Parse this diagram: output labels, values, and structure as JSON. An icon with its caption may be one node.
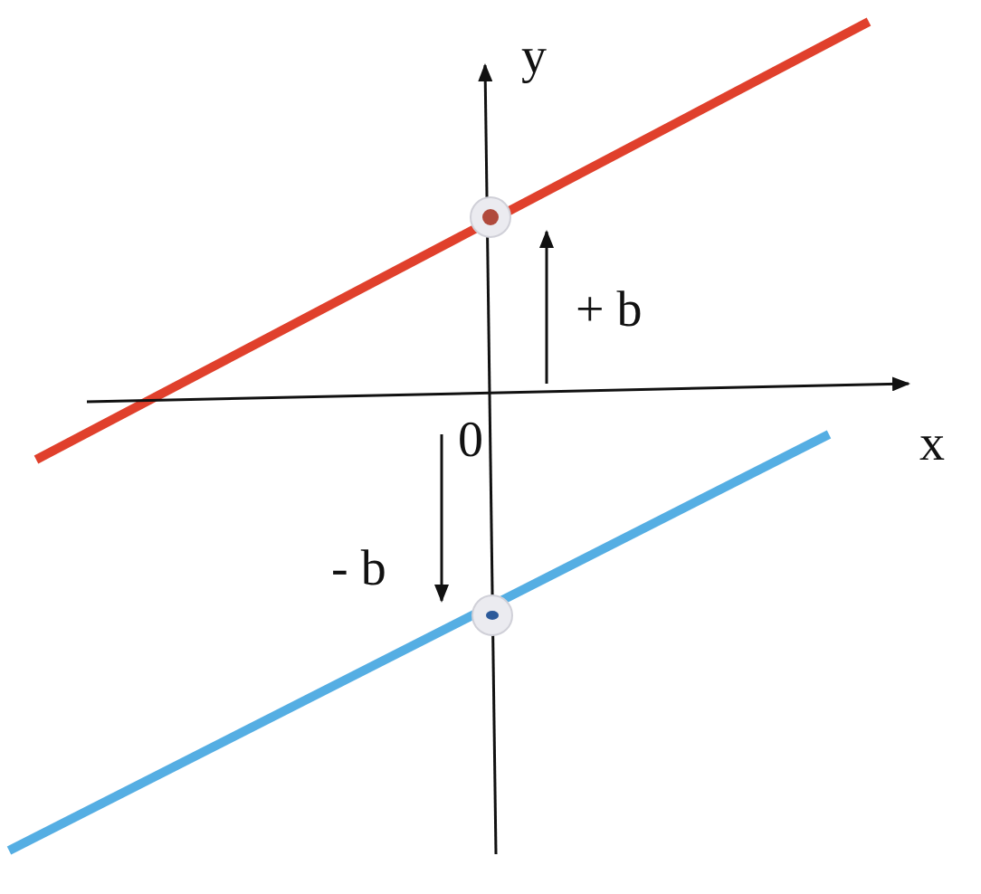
{
  "diagram": {
    "labels": [
      "y",
      "x",
      "0",
      "+ b",
      "- b"
    ]
  }
}
